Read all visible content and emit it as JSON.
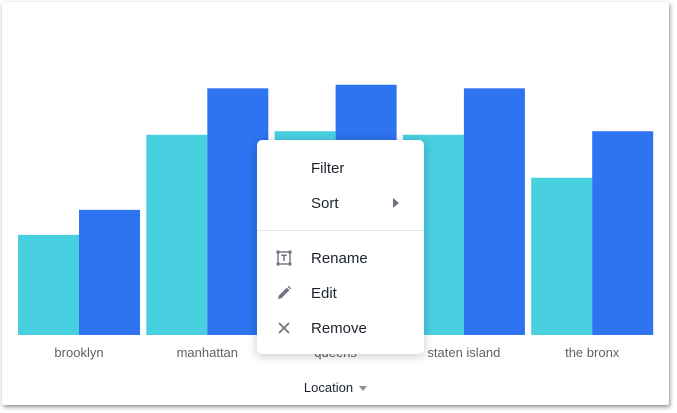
{
  "chart_data": {
    "type": "bar",
    "categories": [
      "brooklyn",
      "manhattan",
      "queens",
      "staten island",
      "the bronx"
    ],
    "series": [
      {
        "color": "#48cfe0",
        "values": [
          28,
          56,
          57,
          56,
          44
        ]
      },
      {
        "color": "#2e73f0",
        "values": [
          35,
          69,
          70,
          69,
          57
        ]
      }
    ],
    "ylim": [
      0,
      80
    ],
    "grid": false,
    "legend": "none"
  },
  "x_axis": {
    "title": "Location"
  },
  "context_menu": {
    "items": [
      {
        "label": "Filter",
        "icon": "none"
      },
      {
        "label": "Sort",
        "icon": "submenu-arrow-icon"
      },
      {
        "label": "Rename",
        "icon": "rename-text-icon"
      },
      {
        "label": "Edit",
        "icon": "pencil-icon"
      },
      {
        "label": "Remove",
        "icon": "close-icon"
      }
    ]
  }
}
